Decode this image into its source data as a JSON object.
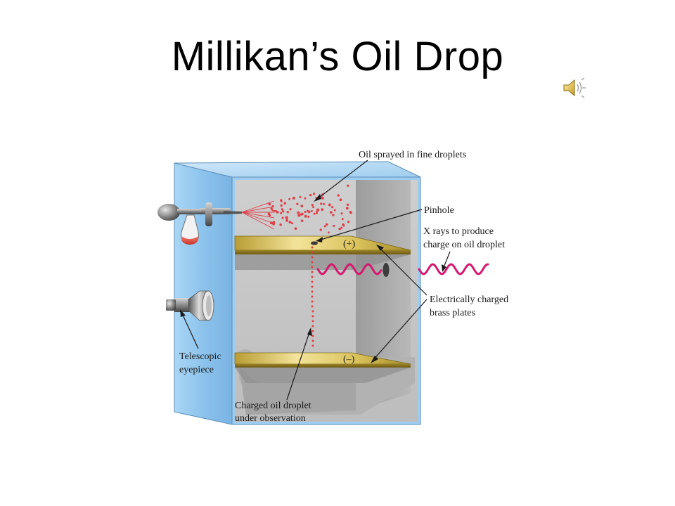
{
  "slide": {
    "title": "Millikan’s Oil Drop"
  },
  "audio": {
    "icon": "speaker-icon"
  },
  "diagram": {
    "labels": {
      "oil_sprayed": "Oil sprayed in fine droplets",
      "pinhole": "Pinhole",
      "xrays_line1": "X rays to produce",
      "xrays_line2": "charge on oil droplet",
      "plates_line1": "Electrically charged",
      "plates_line2": "brass plates",
      "telescope_line1": "Telescopic",
      "telescope_line2": "eyepiece",
      "droplet_line1": "Charged oil droplet",
      "droplet_line2": "under observation"
    },
    "plate_signs": {
      "top": "(+)",
      "bottom": "(–)"
    },
    "colors": {
      "chamber_blue": "#8cc3ec",
      "brass": "#d9c25a",
      "droplets": "#e0404a",
      "xray_wave": "#d6186e"
    }
  }
}
